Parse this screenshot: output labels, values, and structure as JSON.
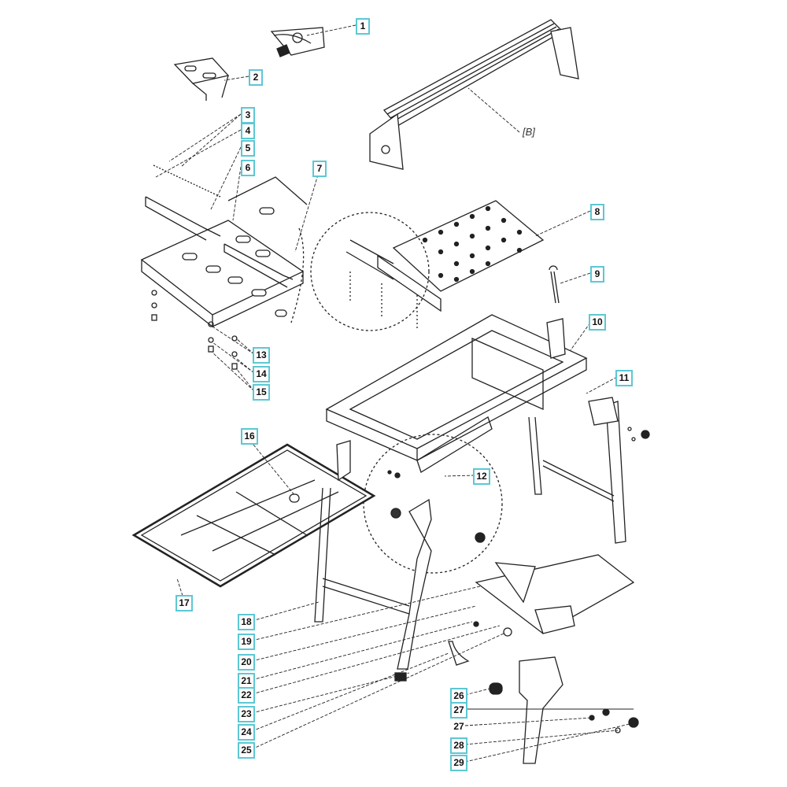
{
  "diagram": {
    "labels": [
      "1",
      "2",
      "3",
      "4",
      "5",
      "6",
      "7",
      "8",
      "9",
      "10",
      "11",
      "12",
      "13",
      "14",
      "15",
      "16",
      "17",
      "18",
      "19",
      "20",
      "21",
      "22",
      "23",
      "24",
      "25",
      "26",
      "27",
      "27",
      "28",
      "29"
    ],
    "callout_b": "[B]"
  },
  "colors": {
    "label_border": "#5cc8d4",
    "line": "#222222"
  }
}
